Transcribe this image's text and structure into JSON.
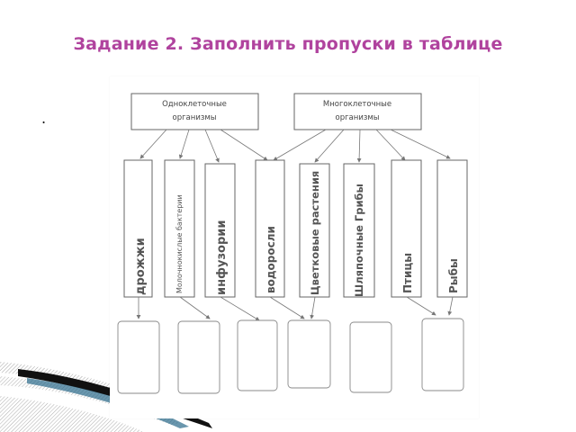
{
  "slide": {
    "title": "Задание 2. Заполнить пропуски в таблице",
    "bullet": "."
  },
  "diagram": {
    "top_boxes": [
      {
        "line1": "Одноклеточные",
        "line2": "организмы"
      },
      {
        "line1": "Многоклеточные",
        "line2": "организмы"
      }
    ],
    "columns": [
      {
        "label": "дрожжи"
      },
      {
        "label": "Молочнокислые бактерии"
      },
      {
        "label": "инфузории"
      },
      {
        "label": "водоросли"
      },
      {
        "label": "Цветковые растения"
      },
      {
        "label": "Шляпочные Грибы"
      },
      {
        "label": "Птицы"
      },
      {
        "label": "Рыбы"
      }
    ]
  },
  "colors": {
    "title": "#b0439e",
    "line": "#555555",
    "swoosh_dark": "#111111"
  }
}
